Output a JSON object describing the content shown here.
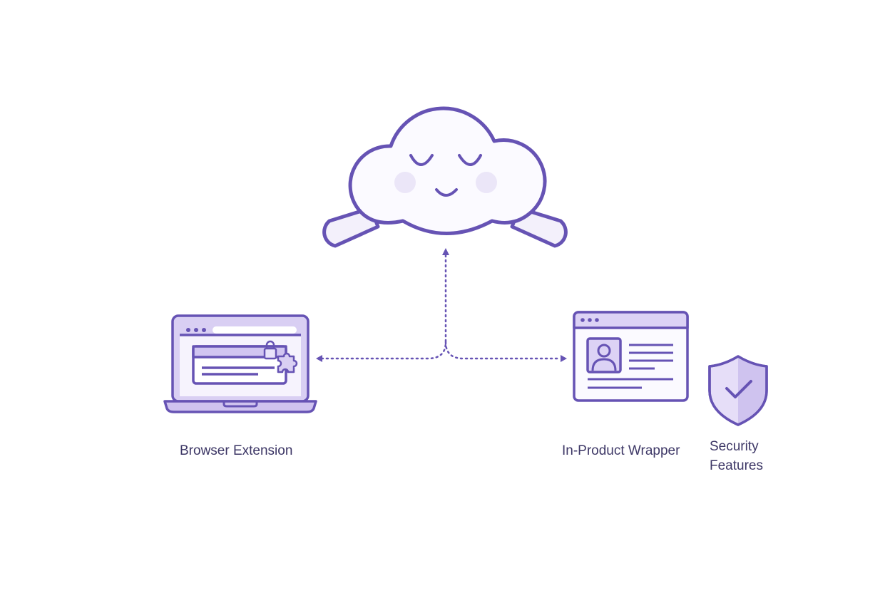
{
  "colors": {
    "stroke": "#6653b4",
    "fill": "#dcd2f5",
    "fill_light": "#efeafb",
    "text": "#3d3766"
  },
  "nodes": {
    "cloud": {
      "icon": "sleeping-cloud-icon"
    },
    "browser_extension": {
      "label": "Browser Extension",
      "icon": "laptop-extension-icon"
    },
    "in_product_wrapper": {
      "label": "In-Product Wrapper",
      "icon": "browser-window-profile-icon"
    },
    "security_features": {
      "label_line1": "Security",
      "label_line2": "Features",
      "icon": "shield-check-icon"
    }
  }
}
